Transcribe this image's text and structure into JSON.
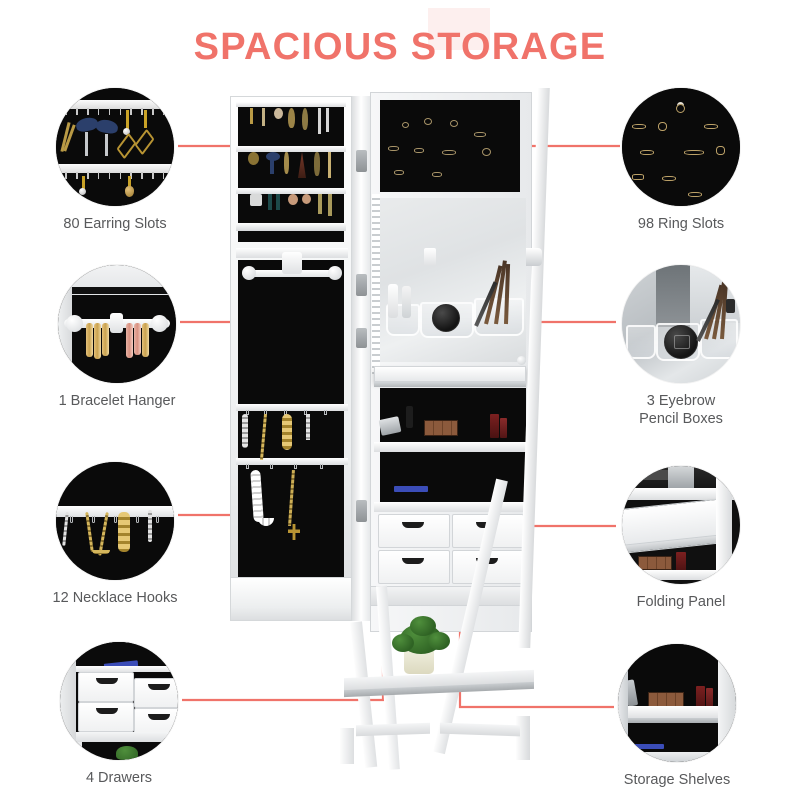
{
  "header": {
    "title": "SPACIOUS STORAGE",
    "title_color": "#f0736a"
  },
  "theme": {
    "accent": "#f0736a",
    "caption_color": "#58595b",
    "felt_color": "#0a0a0a",
    "cabinet_color": "#ffffff",
    "background": "#ffffff"
  },
  "callouts": [
    {
      "id": "earring-slots",
      "label": "80 Earring Slots",
      "side": "left",
      "count": "80",
      "feature": "Earring Slots",
      "bubble_kind": "felt-hooks"
    },
    {
      "id": "bracelet-hanger",
      "label": "1 Bracelet Hanger",
      "side": "left",
      "count": "1",
      "feature": "Bracelet Hanger",
      "bubble_kind": "rod-bangles"
    },
    {
      "id": "necklace-hooks",
      "label": "12 Necklace Hooks",
      "side": "left",
      "count": "12",
      "feature": "Necklace Hooks",
      "bubble_kind": "hook-bar-chains"
    },
    {
      "id": "drawers",
      "label": "4 Drawers",
      "side": "left",
      "count": "4",
      "feature": "Drawers",
      "bubble_kind": "white-drawers"
    },
    {
      "id": "ring-slots",
      "label": "98 Ring Slots",
      "side": "right",
      "count": "98",
      "feature": "Ring Slots",
      "bubble_kind": "felt-rings"
    },
    {
      "id": "eyebrow-pencil-boxes",
      "label": "3 Eyebrow\nPencil Boxes",
      "side": "right",
      "count": "3",
      "feature": "Eyebrow Pencil Boxes",
      "bubble_kind": "acrylic-boxes"
    },
    {
      "id": "folding-panel",
      "label": "Folding Panel",
      "side": "right",
      "count": "",
      "feature": "Folding Panel",
      "bubble_kind": "fold-shelf"
    },
    {
      "id": "storage-shelves",
      "label": "Storage Shelves",
      "side": "right",
      "count": "",
      "feature": "Storage Shelves",
      "bubble_kind": "shelves"
    }
  ],
  "product": {
    "name": "standing-jewelry-armoire",
    "description": "White full-length mirrored jewelry cabinet on A-frame stand with open door showing black felt interior"
  }
}
